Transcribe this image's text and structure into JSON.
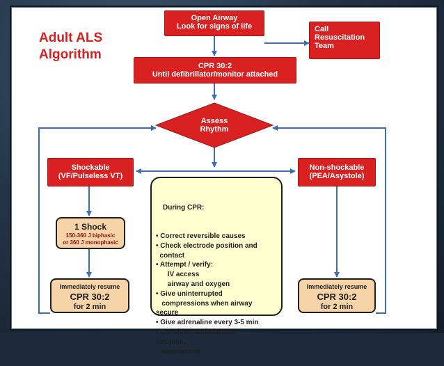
{
  "title": {
    "line1": "Adult ALS",
    "line2": "Algorithm"
  },
  "open_airway": {
    "line1": "Open Airway",
    "line2": "Look for signs of life"
  },
  "call_team": {
    "line1": "Call",
    "line2": "Resuscitation",
    "line3": "Team"
  },
  "cpr_initial": {
    "line1": "CPR 30:2",
    "line2": "Until defibrillator/monitor attached"
  },
  "assess": {
    "line1": "Assess",
    "line2": "Rhythm"
  },
  "shockable": {
    "line1": "Shockable",
    "line2": "(VF/Pulseless VT)"
  },
  "non_shockable": {
    "line1": "Non-shockable",
    "line2": "(PEA/Asystole)"
  },
  "shock": {
    "line1": "1 Shock",
    "line2": "150-360 J biphasic",
    "line3": "or 360 J monophasic"
  },
  "resume_left": {
    "line1": "Immediately resume",
    "line2": "CPR 30:2",
    "line3": "for 2 min"
  },
  "resume_right": {
    "line1": "Immediately resume",
    "line2": "CPR 30:2",
    "line3": "for 2 min"
  },
  "during_cpr": {
    "heading": "During CPR:",
    "lines": [
      "• Correct reversible causes",
      "• Check electrode position and",
      "  contact",
      "• Attempt / verify:",
      "      IV access",
      "      airway and oxygen",
      "• Give uninterrupted",
      "   compressions when airway",
      "secure",
      "• Give adrenaline every 3-5 min",
      "• Consider: amiodarone,",
      "atropine,",
      "   magnesium"
    ]
  },
  "colors": {
    "red_box": "#d92121",
    "tan_box": "#f7d3a8",
    "note_box": "#ffffd0",
    "title": "#d92121"
  }
}
